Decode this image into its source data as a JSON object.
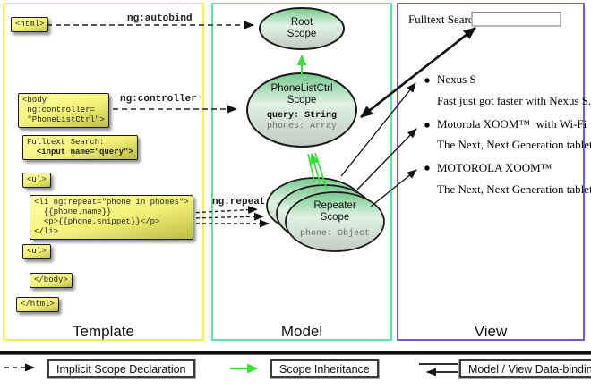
{
  "columns": {
    "template_label": "Template",
    "model_label": "Model",
    "view_label": "View",
    "template_border_color": "#f5f542",
    "model_border_color": "#5fe39c",
    "view_border_color": "#6f5bd8"
  },
  "template": {
    "html_open": "<html>",
    "body_open": "<body\n ng:controller=\n \"PhoneListCtrl\">",
    "fulltext_label": "Fulltext Search:",
    "fulltext_input_line": "  <input name=\"query\">",
    "ul_open": "<ul>",
    "li_repeat": "<li ng:repeat=\"phone in phones\">\n  {{phone.name}}\n  <p>{{phone.snippet}}</p>\n</li>",
    "ul_close": "<ul>",
    "body_close": "</body>",
    "html_close": "</html>"
  },
  "annotations": {
    "autobind": "ng:autobind",
    "controller": "ng:controller",
    "repeat": "ng:repeat"
  },
  "model": {
    "root_scope_title": "Root\nScope",
    "phonelist_scope_title": "PhoneListCtrl\nScope",
    "phonelist_prop_query": "query: String",
    "phonelist_prop_phones": "phones: Array",
    "repeater_scope_title": "Repeater\nScope",
    "repeater_prop_phone": "phone: Object",
    "inheritance_arrow_color": "#3ae03a"
  },
  "view": {
    "search_label": "Fulltext Search:",
    "search_value": "",
    "items": [
      {
        "title": "Nexus S",
        "desc": "Fast just got faster with Nexus S."
      },
      {
        "title": "Motorola XOOM™  with Wi-Fi",
        "desc": "The Next, Next Generation tablet."
      },
      {
        "title": "MOTOROLA XOOM™",
        "desc": "The Next, Next Generation tablet."
      }
    ]
  },
  "legend": {
    "implicit_label": "Implicit Scope Declaration",
    "inheritance_label": "Scope Inheritance",
    "databinding_label": "Model / View Data-binding"
  }
}
